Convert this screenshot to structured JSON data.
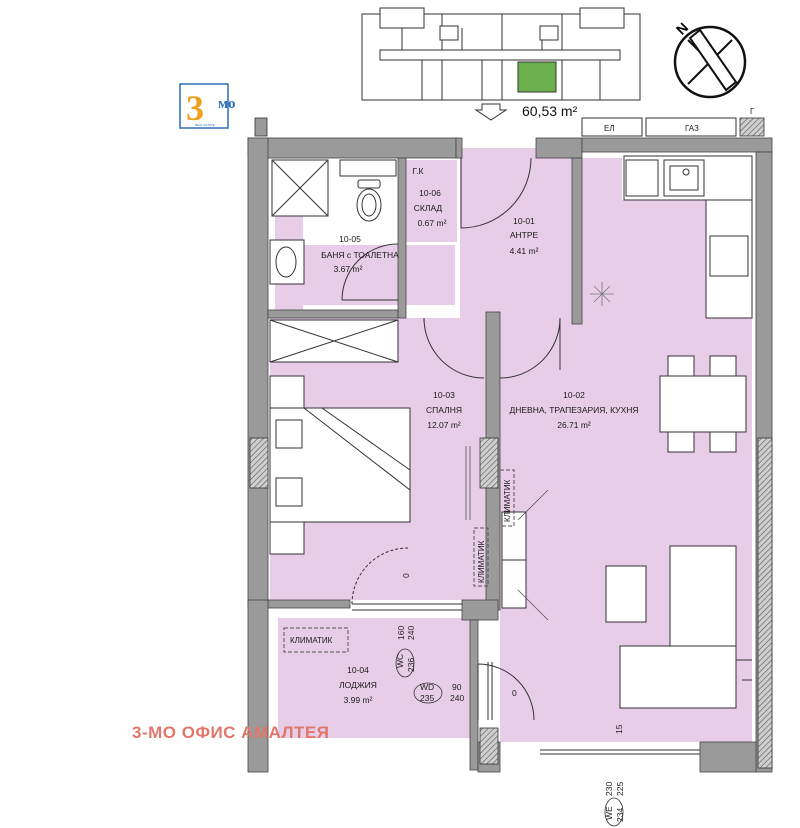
{
  "header": {
    "total_area": "60,53 m²",
    "compass_letter": "N"
  },
  "logo": {
    "numeral": "3",
    "suffix": "мо",
    "caption": "REAL ESTATE"
  },
  "utilities": {
    "el": "ЕЛ",
    "gas": "ГАЗ",
    "g": "Г"
  },
  "rooms": [
    {
      "id": "10-01",
      "name": "АНТРЕ",
      "area": "4.41 m²"
    },
    {
      "id": "10-02",
      "name": "ДНЕВНА, ТРАПЕЗАРИЯ, КУХНЯ",
      "area": "26.71 m²"
    },
    {
      "id": "10-03",
      "name": "СПАЛНЯ",
      "area": "12.07 m²"
    },
    {
      "id": "10-04",
      "name": "ЛОДЖИЯ",
      "area": "3.99 m²"
    },
    {
      "id": "10-05",
      "name": "БАНЯ с ТОАЛЕТНА",
      "area": "3.67 m²"
    },
    {
      "id": "10-06",
      "name": "СКЛАД",
      "area": "0.67 m²",
      "tag": "Г.К"
    }
  ],
  "ac_labels": [
    "КЛИМАТИК",
    "КЛИМАТИК",
    "КЛИМАТИК"
  ],
  "openings": {
    "wc": {
      "code": "WC",
      "num": "236",
      "dims_a": "160",
      "dims_b": "240"
    },
    "wd": {
      "code": "WD",
      "num": "235",
      "dims_a": "90",
      "dims_b": "240"
    },
    "we": {
      "code": "WE",
      "num": "234",
      "dims_a": "230",
      "dims_b": "225"
    },
    "zero_a": "0",
    "zero_b": "0",
    "sill": "15"
  },
  "watermark": "3-МО ОФИС АМАЛТЕЯ",
  "colors": {
    "room_fill": "#e8cde8",
    "wall": "#9a9a9a",
    "highlight": "#6bb04a",
    "watermark": "#e0776a"
  }
}
